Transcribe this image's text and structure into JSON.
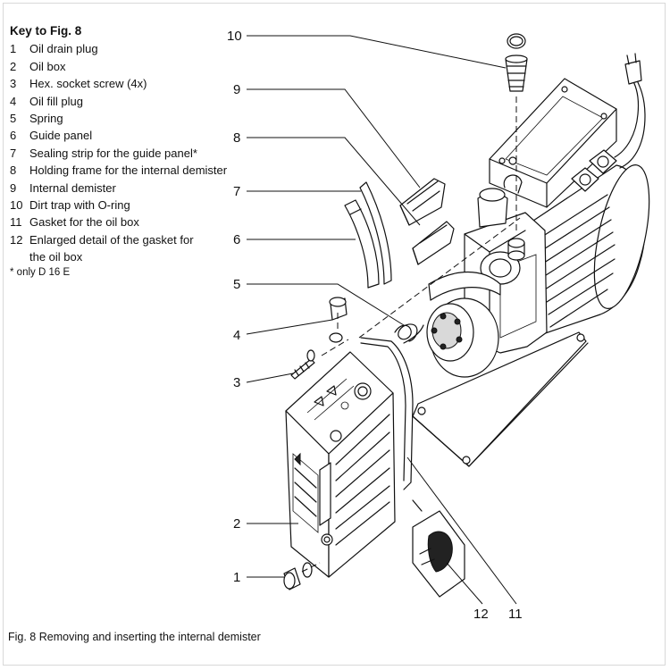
{
  "key": {
    "title": "Key to Fig. 8",
    "items": [
      {
        "num": "1",
        "text": "Oil drain plug"
      },
      {
        "num": "2",
        "text": "Oil box"
      },
      {
        "num": "3",
        "text": "Hex. socket screw (4x)"
      },
      {
        "num": "4",
        "text": "Oil fill plug"
      },
      {
        "num": "5",
        "text": "Spring"
      },
      {
        "num": "6",
        "text": "Guide panel"
      },
      {
        "num": "7",
        "text": "Sealing strip for the guide panel*"
      },
      {
        "num": "8",
        "text": "Holding frame for the internal demister"
      },
      {
        "num": "9",
        "text": "Internal demister"
      },
      {
        "num": "10",
        "text": "Dirt trap with O-ring"
      },
      {
        "num": "11",
        "text": "Gasket for the oil box"
      },
      {
        "num": "12",
        "text": "Enlarged detail of the gasket for"
      },
      {
        "num": "",
        "text": "the oil box"
      }
    ],
    "note": "* only D 16 E"
  },
  "callouts": {
    "n10": "10",
    "n9": "9",
    "n8": "8",
    "n7": "7",
    "n6": "6",
    "n5": "5",
    "n4": "4",
    "n3": "3",
    "n2": "2",
    "n1": "1",
    "n12": "12",
    "n11": "11"
  },
  "caption": "Fig. 8  Removing and inserting the internal demister"
}
